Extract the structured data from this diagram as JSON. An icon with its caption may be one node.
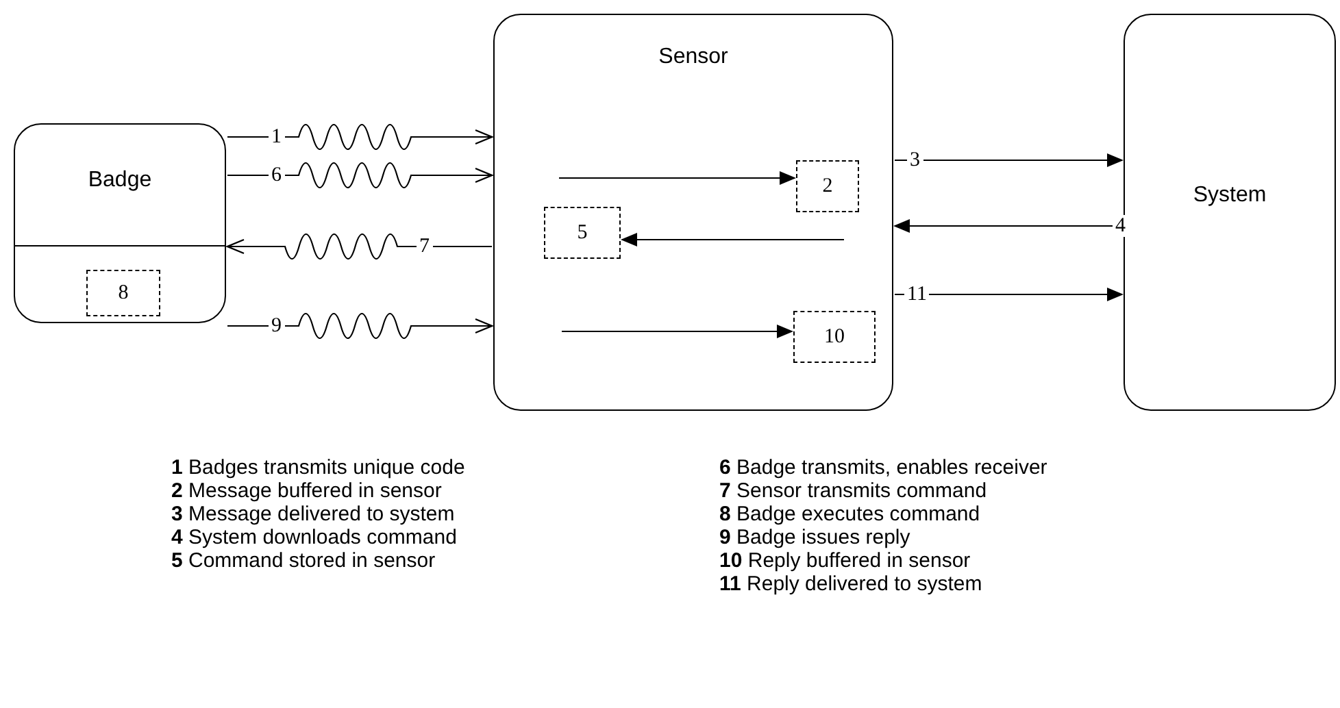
{
  "diagram": {
    "nodes": [
      {
        "text": [
          "Badge"
        ]
      },
      {
        "text": [
          "8"
        ],
        "in": 0
      },
      {
        "text": [
          "Sensor"
        ]
      },
      {
        "text": [
          "2"
        ],
        "in": 2
      },
      {
        "text": [
          "5"
        ],
        "in": 2
      },
      {
        "text": [
          "10"
        ],
        "in": 2
      },
      {
        "text": [
          "System"
        ]
      }
    ],
    "edges": [
      {
        "from": 0,
        "to": 2,
        "arrow": "to",
        "label": "1"
      },
      {
        "from": 0,
        "to": 2,
        "arrow": "to",
        "label": "6"
      },
      {
        "from": 2,
        "to": 0,
        "arrow": "to",
        "label": "7"
      },
      {
        "from": 0,
        "to": 2,
        "arrow": "to",
        "label": "9"
      },
      {
        "from": null,
        "to": 3,
        "arrow": "to"
      },
      {
        "from": null,
        "to": 4,
        "arrow": "to"
      },
      {
        "from": null,
        "to": 5,
        "arrow": "to"
      },
      {
        "from": 2,
        "to": 6,
        "arrow": "to",
        "label": "3"
      },
      {
        "from": 6,
        "to": 2,
        "arrow": "to",
        "label": "4"
      },
      {
        "from": 2,
        "to": 6,
        "arrow": "to",
        "label": "11"
      }
    ],
    "labels": [
      "**1** Badges transmits unique code",
      "**2** Message buffered in sensor",
      "**3** Message delivered to system",
      "**4** System downloads command",
      "**5** Command stored in sensor",
      "**6** Badge transmits, enables receiver",
      "**7** Sensor transmits command",
      "**8** Badge executes command",
      "**9** Badge issues reply",
      "**10** Reply buffered in sensor",
      "**11** Reply delivered to system"
    ]
  }
}
